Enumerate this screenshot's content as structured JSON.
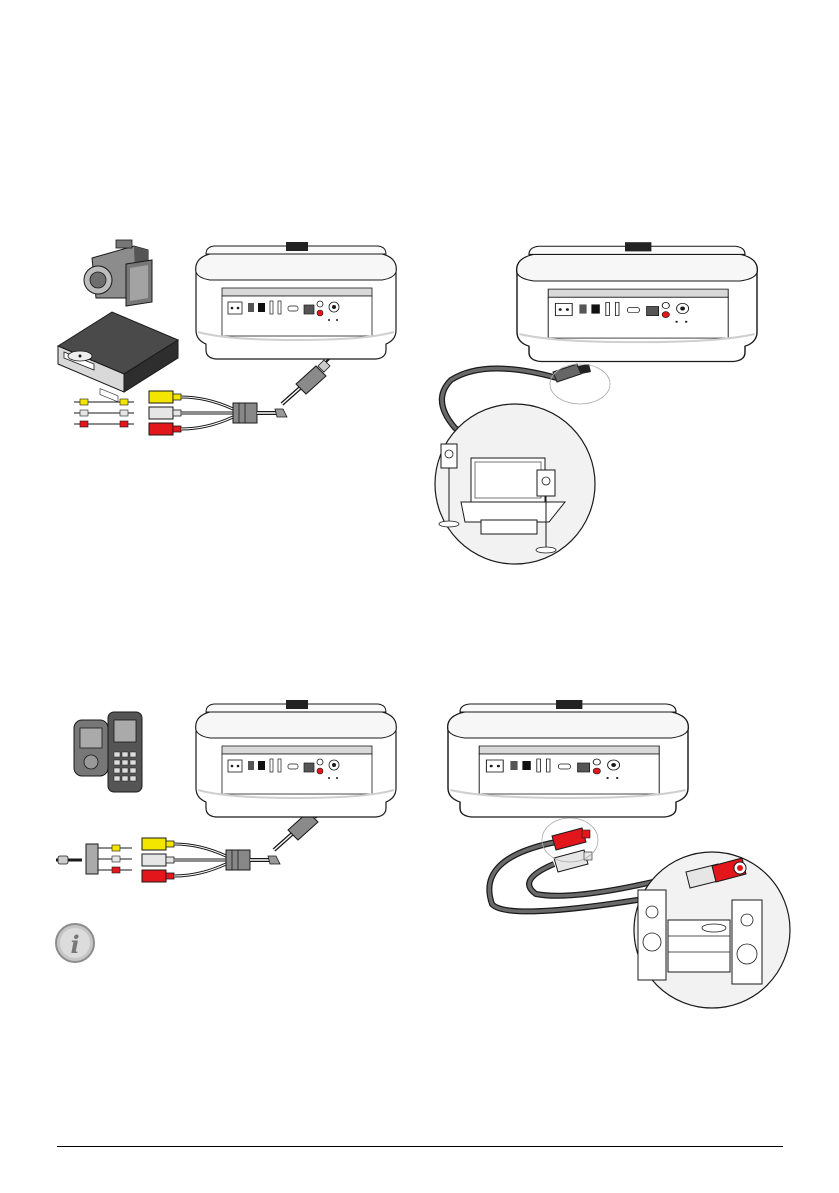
{
  "page": {
    "background": "#ffffff",
    "note_icon": "info-icon"
  },
  "colors": {
    "yellow_plug": "#f3e500",
    "white_plug": "#e6e6e6",
    "red_plug": "#e3161b",
    "line": "#1a1a1a",
    "cable_grey": "#555555",
    "body_grey": "#f2f2f2"
  },
  "illustrations": [
    {
      "id": "video-source-av",
      "icons": [
        "camcorder-icon",
        "dvd-player-icon",
        "av-cable-icon",
        "projector-icon"
      ]
    },
    {
      "id": "hdmi-home-cinema",
      "icons": [
        "projector-icon",
        "hdmi-cable-icon",
        "home-cinema-icon"
      ]
    },
    {
      "id": "mobile-av",
      "icons": [
        "mobile-phone-icon",
        "media-player-icon",
        "av-adapter-icon",
        "projector-icon"
      ]
    },
    {
      "id": "audio-out-hifi",
      "icons": [
        "projector-icon",
        "rca-cable-icon",
        "hifi-stereo-icon"
      ]
    }
  ]
}
